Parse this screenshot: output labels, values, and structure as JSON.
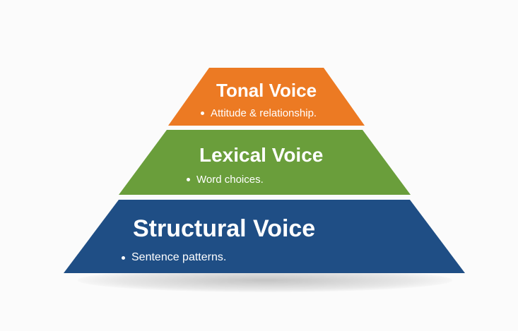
{
  "pyramid": {
    "tiers": [
      {
        "title": "Tonal Voice",
        "bullet": "Attitude & relationship.",
        "color": "#ec7a23"
      },
      {
        "title": "Lexical Voice",
        "bullet": "Word choices.",
        "color": "#6a9e3b"
      },
      {
        "title": "Structural Voice",
        "bullet": "Sentence patterns.",
        "color": "#1f4e85"
      }
    ]
  }
}
